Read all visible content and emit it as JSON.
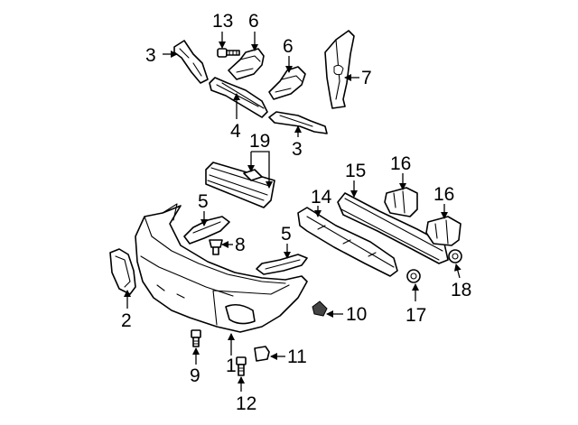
{
  "callouts": [
    {
      "id": "c1",
      "text": "1"
    },
    {
      "id": "c2",
      "text": "2"
    },
    {
      "id": "c3a",
      "text": "3"
    },
    {
      "id": "c3b",
      "text": "3"
    },
    {
      "id": "c4",
      "text": "4"
    },
    {
      "id": "c5a",
      "text": "5"
    },
    {
      "id": "c5b",
      "text": "5"
    },
    {
      "id": "c6a",
      "text": "6"
    },
    {
      "id": "c6b",
      "text": "6"
    },
    {
      "id": "c7",
      "text": "7"
    },
    {
      "id": "c8",
      "text": "8"
    },
    {
      "id": "c9",
      "text": "9"
    },
    {
      "id": "c10",
      "text": "10"
    },
    {
      "id": "c11",
      "text": "11"
    },
    {
      "id": "c12",
      "text": "12"
    },
    {
      "id": "c13",
      "text": "13"
    },
    {
      "id": "c14",
      "text": "14"
    },
    {
      "id": "c15",
      "text": "15"
    },
    {
      "id": "c16a",
      "text": "16"
    },
    {
      "id": "c16b",
      "text": "16"
    },
    {
      "id": "c17",
      "text": "17"
    },
    {
      "id": "c18",
      "text": "18"
    },
    {
      "id": "c19",
      "text": "19"
    }
  ]
}
